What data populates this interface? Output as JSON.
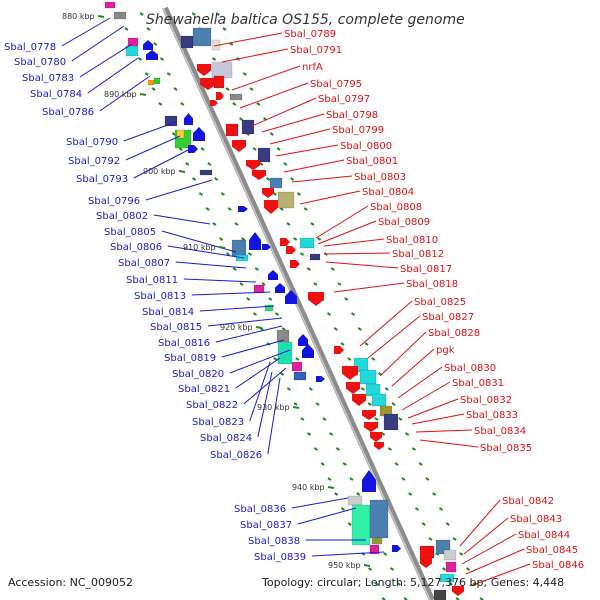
{
  "title": "Shewanella baltica OS155, complete genome",
  "footer": {
    "accession": "Accession: NC_009052",
    "summary": "Topology: circular; Length: 5,127,376 bp; Genes: 4,448"
  },
  "colors": {
    "backbone": "#8c8c8c",
    "left_label": "#1a1ad6",
    "right_label": "#e01010",
    "tick": "#1f8a1f"
  },
  "kbp_ticks": [
    "880 kbp",
    "890 kbp",
    "900 kbp",
    "910 kbp",
    "920 kbp",
    "930 kbp",
    "940 kbp",
    "950 kbp"
  ],
  "left_labels": [
    "Sbal_0778",
    "Sbal_0780",
    "Sbal_0783",
    "Sbal_0784",
    "Sbal_0786",
    "Sbal_0790",
    "Sbal_0792",
    "Sbal_0793",
    "Sbal_0796",
    "Sbal_0802",
    "Sbal_0805",
    "Sbal_0806",
    "Sbal_0807",
    "Sbal_0811",
    "Sbal_0813",
    "Sbal_0814",
    "Sbal_0815",
    "Sbal_0816",
    "Sbal_0819",
    "Sbal_0820",
    "Sbal_0821",
    "Sbal_0822",
    "Sbal_0823",
    "Sbal_0824",
    "Sbal_0826",
    "Sbal_0836",
    "Sbal_0837",
    "Sbal_0838",
    "Sbal_0839"
  ],
  "right_labels": [
    "Sbal_0789",
    "Sbal_0791",
    "nrfA",
    "Sbal_0795",
    "Sbal_0797",
    "Sbal_0798",
    "Sbal_0799",
    "Sbal_0800",
    "Sbal_0801",
    "Sbal_0803",
    "Sbal_0804",
    "Sbal_0808",
    "Sbal_0809",
    "Sbal_0810",
    "Sbal_0812",
    "Sbal_0817",
    "Sbal_0818",
    "Sbal_0825",
    "Sbal_0827",
    "Sbal_0828",
    "pgk",
    "Sbal_0830",
    "Sbal_0831",
    "Sbal_0832",
    "Sbal_0833",
    "Sbal_0834",
    "Sbal_0835",
    "Sbal_0842",
    "Sbal_0843",
    "Sbal_0844",
    "Sbal_0845",
    "Sbal_0846"
  ]
}
